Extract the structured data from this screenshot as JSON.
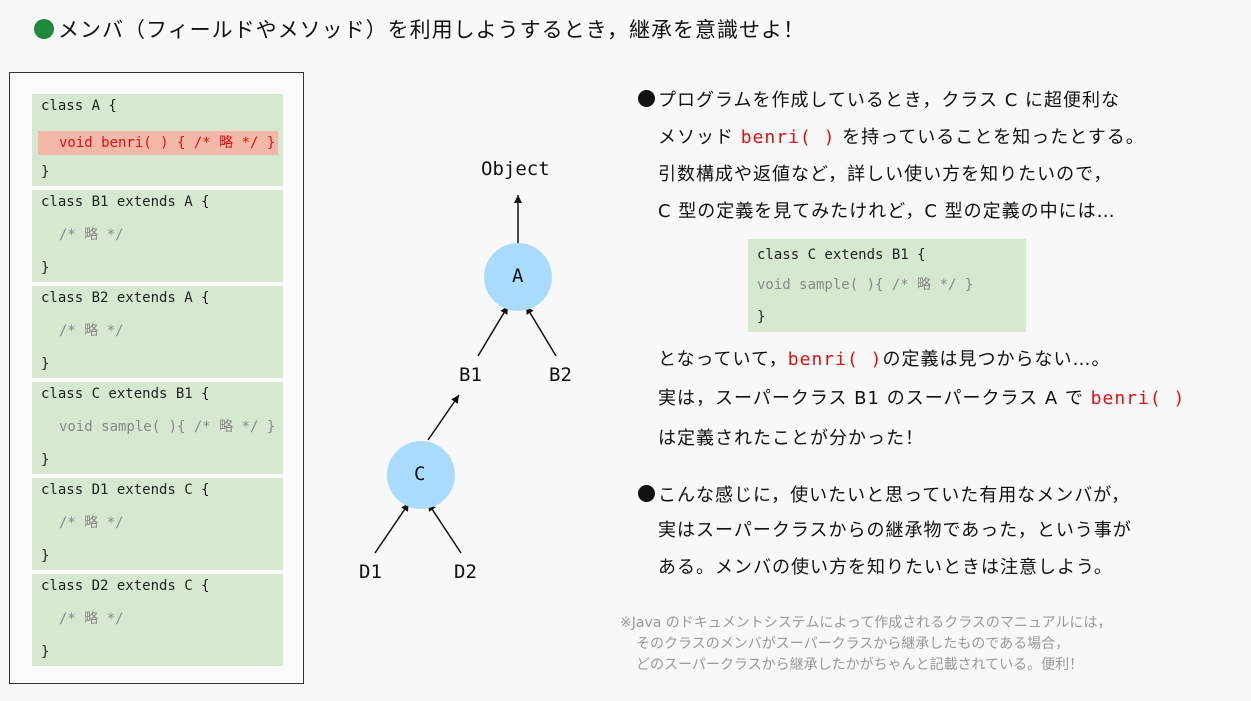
{
  "title": "メンバ（フィールドやメソッド）を利用しようするとき，継承を意識せよ！",
  "code_blocks": [
    {
      "header": "class A {",
      "body": "void benri( ) { /* 略 */ }",
      "close": "}",
      "highlight": true
    },
    {
      "header": "class B1 extends A {",
      "body": "/* 略 */",
      "close": "}",
      "highlight": false
    },
    {
      "header": "class B2 extends A {",
      "body": "/* 略 */",
      "close": "}",
      "highlight": false
    },
    {
      "header": "class C  extends B1 {",
      "body": "void sample( ){ /* 略 */ }",
      "close": "}",
      "highlight": false
    },
    {
      "header": "class D1  extends C {",
      "body": "/* 略 */",
      "close": "}",
      "highlight": false
    },
    {
      "header": "class D2  extends C {",
      "body": "/* 略 */",
      "close": "}",
      "highlight": false
    }
  ],
  "diagram": {
    "object_label": "Object",
    "node_a": "A",
    "node_b1": "B1",
    "node_b2": "B2",
    "node_c": "C",
    "node_d1": "D1",
    "node_d2": "D2"
  },
  "explanation": {
    "p1_l1": "プログラムを作成しているとき，クラス C に超便利な",
    "p1_l2a": "メソッド ",
    "p1_l2_method": "benri( )",
    "p1_l2b": " を持っていることを知ったとする。",
    "p1_l3": "引数構成や返値など，詳しい使い方を知りたいので，",
    "p1_l4": "C 型の定義を見てみたけれど，C 型の定義の中には…",
    "snippet_l1": "class C  extends B1 {",
    "snippet_l2": "void sample( ){ /* 略 */ }",
    "snippet_l3": "}",
    "p2_l1a": "となっていて，",
    "p2_l1_method": "benri( )",
    "p2_l1b": "の定義は見つからない…。",
    "p2_l2a": "実は，スーパークラス B1 のスーパークラス A で",
    "p2_l2_method": "benri( )",
    "p2_l3": "は定義されたことが分かった！",
    "p3_l1": "こんな感じに，使いたいと思っていた有用なメンバが，",
    "p3_l2": "実はスーパークラスからの継承物であった，という事が",
    "p3_l3": "ある。メンバの使い方を知りたいときは注意しよう。"
  },
  "note": {
    "l1": "※Java のドキュメントシステムによって作成されるクラスのマニュアルには，",
    "l2": "そのクラスのメンバがスーパークラスから継承したものである場合，",
    "l3": "どのスーパークラスから継承したかがちゃんと記載されている。便利！"
  },
  "colors": {
    "green_bullet": "#1f8a3a",
    "code_bg": "#d6e8cf",
    "highlight_bg": "#f3b8a8",
    "method_red": "#e01010",
    "node_blue": "#a9dcfc"
  }
}
